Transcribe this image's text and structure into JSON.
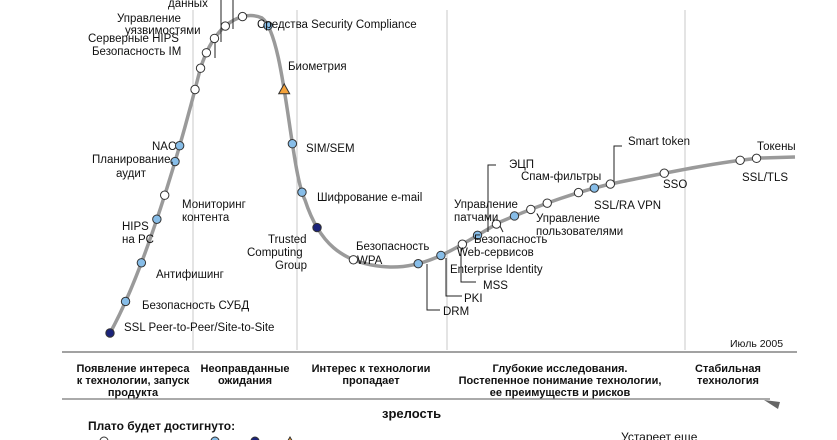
{
  "chart_data": {
    "type": "line",
    "title": "",
    "date": "Июль 2005",
    "xlabel": "зрелость",
    "plateau_label": "Плато будет достигнуто:",
    "obsolete_label": "Устареет еще",
    "phases": [
      "Появление интереса к технологии, запуск продукта",
      "Неоправданные ожидания",
      "Интерес к технологии пропадает",
      "Глубокие исследования. Постепенное понимание технологии, ее преимуществ и рисков",
      "Стабильная технология"
    ],
    "legend_colors": {
      "blue": "#87bde8",
      "white": "#ffffff",
      "navy": "#1b237a",
      "triangle": "#f4a23a",
      "curve": "#9a9a9a"
    },
    "points": [
      {
        "t": 0.0,
        "label": "SSL Peer-to-Peer/Site-to-Site",
        "marker": "navy"
      },
      {
        "t": 0.032,
        "label": "Безопасность СУБД",
        "marker": "blue"
      },
      {
        "t": 0.07,
        "label": "Антифишинг",
        "marker": "blue"
      },
      {
        "t": 0.112,
        "label": "HIPS на PC",
        "marker": "blue"
      },
      {
        "t": 0.135,
        "label": "Мониторинг контента",
        "marker": "white"
      },
      {
        "t": 0.167,
        "label": "Планирование, аудит",
        "marker": "blue"
      },
      {
        "t": 0.182,
        "label": "NAC",
        "marker": "blue"
      },
      {
        "t": 0.235,
        "label": "",
        "marker": "white"
      },
      {
        "t": 0.255,
        "label": "",
        "marker": "white"
      },
      {
        "t": 0.27,
        "label": "Безопасность IM",
        "marker": "white"
      },
      {
        "t": 0.285,
        "label": "Серверные HIPS",
        "marker": "white"
      },
      {
        "t": 0.3,
        "label": "Управление уязвимостями",
        "marker": "white"
      },
      {
        "t": 0.318,
        "label": "данных",
        "marker": "white"
      },
      {
        "t": 0.345,
        "label": "Средства Security Compliance",
        "marker": "blue"
      },
      {
        "t": 0.405,
        "label": "Биометрия",
        "marker": "triangle"
      },
      {
        "t": 0.455,
        "label": "SIM/SEM",
        "marker": "blue"
      },
      {
        "t": 0.5,
        "label": "Шифрование e-mail",
        "marker": "blue"
      },
      {
        "t": 0.535,
        "label": "Trusted Computing Group",
        "marker": "navy"
      },
      {
        "t": 0.58,
        "label": "Безопасность WPA",
        "marker": "white"
      },
      {
        "t": 0.64,
        "label": "DRM",
        "marker": "blue"
      },
      {
        "t": 0.662,
        "label": "PKI",
        "marker": "blue"
      },
      {
        "t": 0.684,
        "label": "Enterprise Identity",
        "marker": "white"
      },
      {
        "t": 0.7,
        "label": "MSS",
        "marker": "blue"
      },
      {
        "t": 0.72,
        "label": "Безопасность Web-сервисов",
        "marker": "white"
      },
      {
        "t": 0.738,
        "label": "Управление патчами",
        "marker": "blue"
      },
      {
        "t": 0.754,
        "label": "Управление пользователями",
        "marker": "white"
      },
      {
        "t": 0.77,
        "label": "ЭЦП",
        "marker": "white"
      },
      {
        "t": 0.8,
        "label": "Спам-фильтры",
        "marker": "white"
      },
      {
        "t": 0.815,
        "label": "SSL/RA VPN",
        "marker": "blue"
      },
      {
        "t": 0.83,
        "label": "Smart token",
        "marker": "white"
      },
      {
        "t": 0.88,
        "label": "SSO",
        "marker": "white"
      },
      {
        "t": 0.95,
        "label": "SSL/TLS",
        "marker": "white"
      },
      {
        "t": 0.965,
        "label": "Токены",
        "marker": "white"
      }
    ]
  }
}
